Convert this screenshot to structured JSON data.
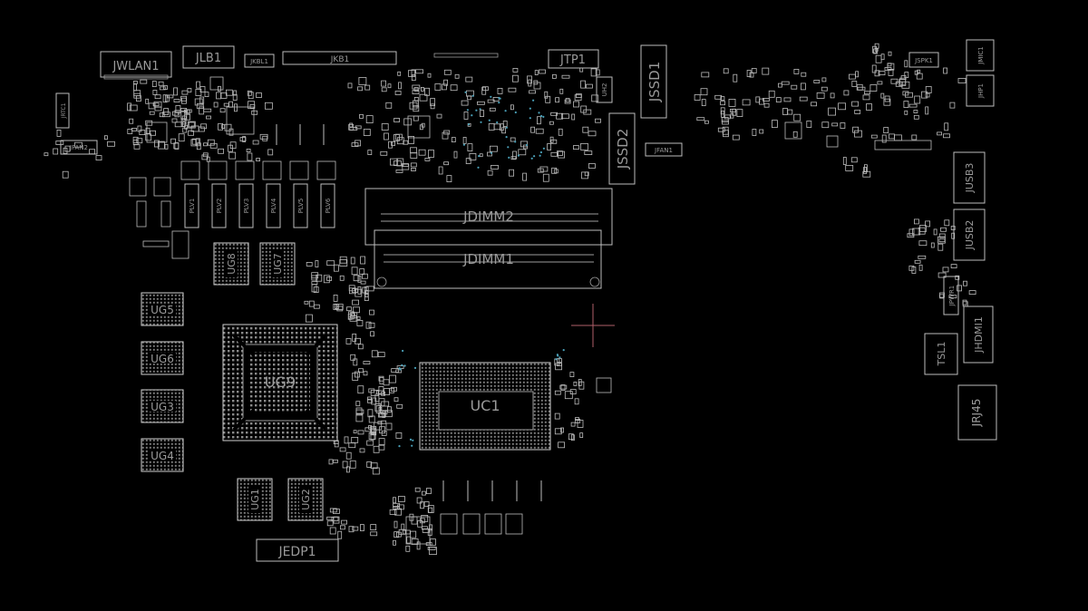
{
  "theme": {
    "background": "#000000",
    "outline": "#cfcfcf",
    "label": "#9a9a9a",
    "marker": "#b0606a",
    "via": "#4aa0b8"
  },
  "board": {
    "connectors": {
      "jwlan1": "JWLAN1",
      "jlb1": "JLB1",
      "jkbl1": "JKBL1",
      "jkb1": "JKB1",
      "jtp1": "JTP1",
      "jssd1": "JSSD1",
      "jssd2": "JSSD2",
      "jfan1": "JFAN1",
      "jfan2": "JFAN2",
      "jspk1": "JSPK1",
      "jmic1": "JMIC1",
      "jhp1": "JHP1",
      "jusb3": "JUSB3",
      "jusb2": "JUSB2",
      "jpwr1": "JPWR1",
      "jhdmi1": "JHDMI1",
      "tsl1": "TSL1",
      "jrj45": "JRJ45",
      "jedp1": "JEDP1",
      "jdimm1": "JDIMM1",
      "jdimm2": "JDIMM2",
      "jrtc1": "JRTC1",
      "uh2": "UH2"
    },
    "chips": {
      "ug9": "UG9",
      "uc1": "UC1",
      "ug1": "UG1",
      "ug2": "UG2",
      "ug3": "UG3",
      "ug4": "UG4",
      "ug5": "UG5",
      "ug6": "UG6",
      "ug7": "UG7",
      "ug8": "UG8"
    },
    "inductors": [
      "PLV1",
      "PLV2",
      "PLV3",
      "PLV4",
      "PLV5",
      "PLV6"
    ]
  }
}
